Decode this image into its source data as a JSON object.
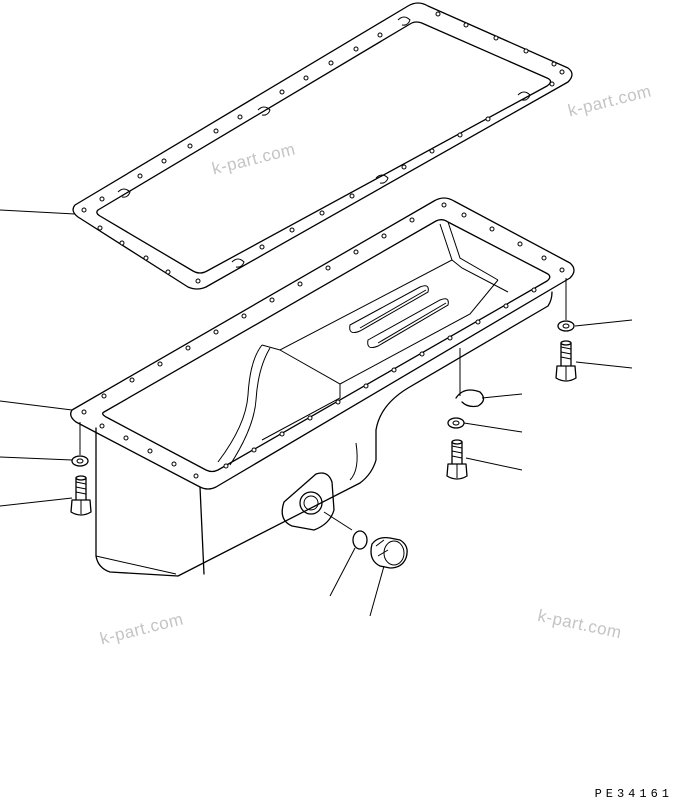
{
  "watermarks": [
    "k-part.com",
    "k-part.com",
    "k-part.com",
    "k-part.com"
  ],
  "figure_code": "PE34161",
  "parts": [
    {
      "id": "gasket",
      "name": "oil-pan-gasket"
    },
    {
      "id": "oil_pan",
      "name": "oil-pan"
    },
    {
      "id": "washer_left",
      "name": "washer"
    },
    {
      "id": "bolt_left",
      "name": "bolt"
    },
    {
      "id": "washer_right_top",
      "name": "washer"
    },
    {
      "id": "bolt_right_top",
      "name": "bolt"
    },
    {
      "id": "clip",
      "name": "clip"
    },
    {
      "id": "washer_right_mid",
      "name": "washer"
    },
    {
      "id": "bolt_right_mid",
      "name": "bolt"
    },
    {
      "id": "o_ring",
      "name": "o-ring"
    },
    {
      "id": "drain_plug",
      "name": "drain-plug"
    }
  ]
}
